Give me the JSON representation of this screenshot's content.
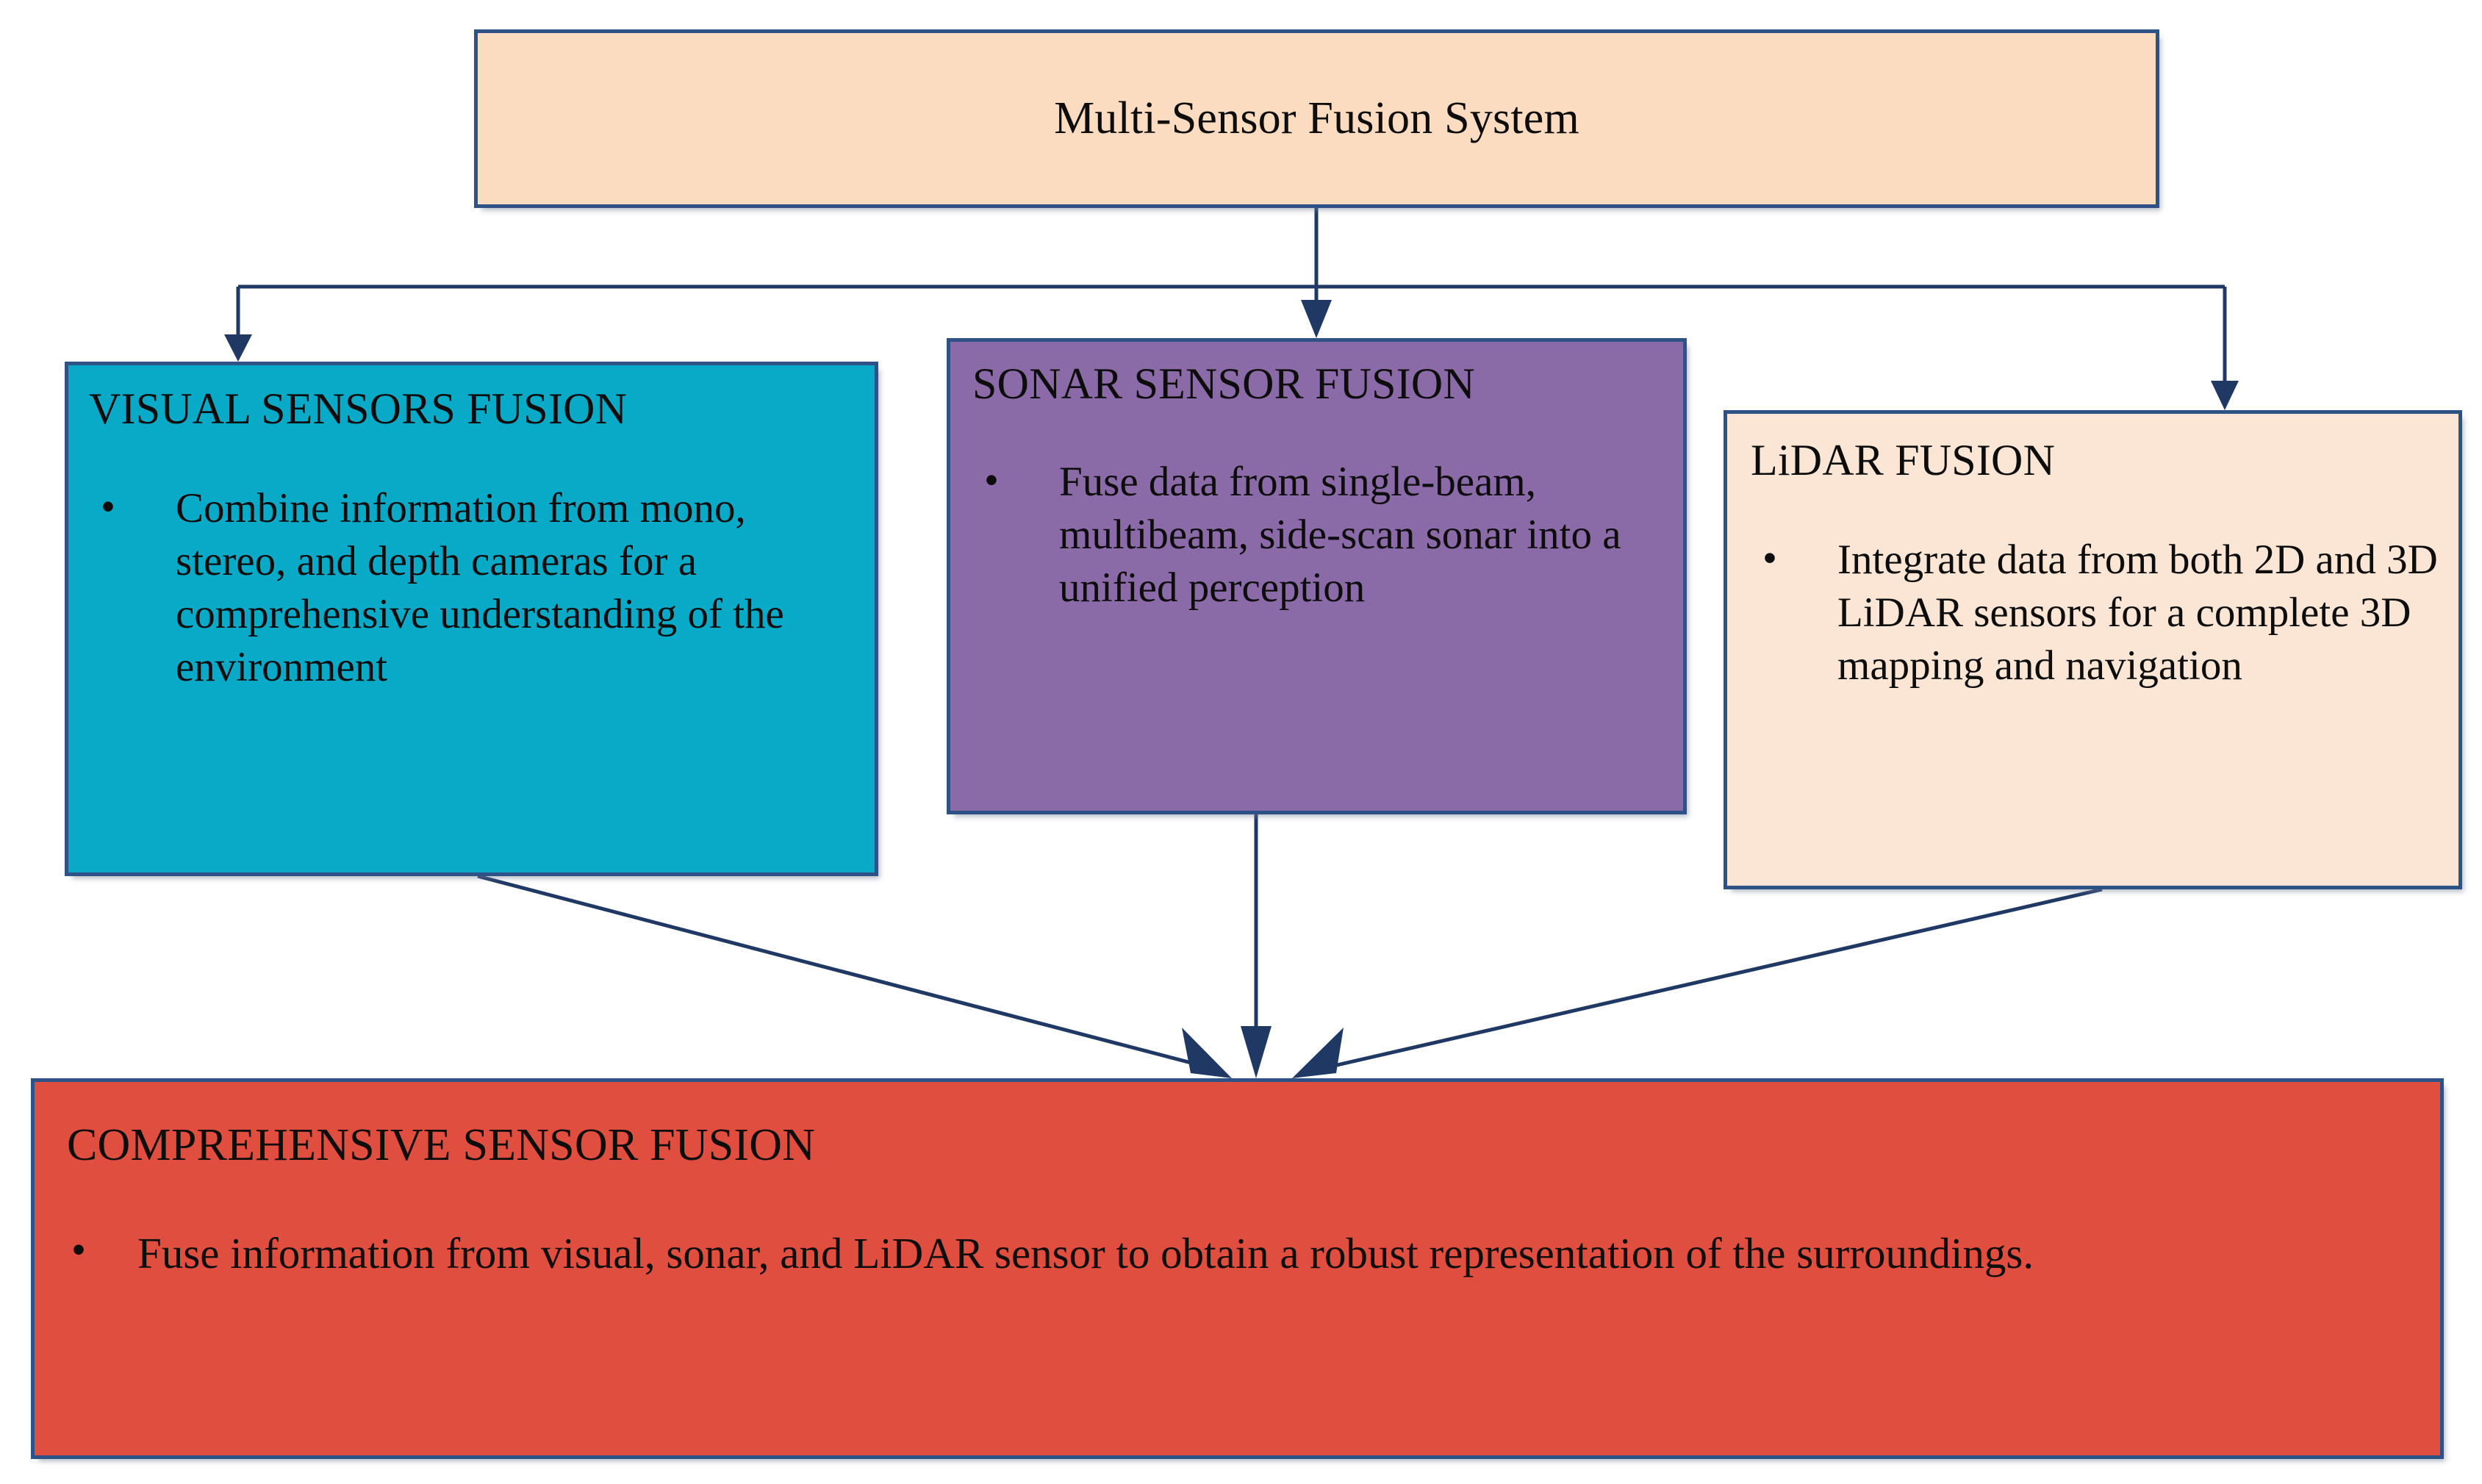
{
  "diagram": {
    "title": "Multi-Sensor Fusion System",
    "accent_border_color": "#2e5286",
    "connector_color": "#1f3864",
    "background_color": "#ffffff",
    "root": {
      "label": "Multi-Sensor Fusion System",
      "fill_color": "#fbdcc1"
    },
    "branches": [
      {
        "id": "visual",
        "title": "VISUAL SENSORS FUSION",
        "fill_color": "#08aac8",
        "bullets": [
          "Combine information from mono, stereo, and depth cameras for a comprehensive understanding of the environment"
        ]
      },
      {
        "id": "sonar",
        "title": "SONAR SENSOR FUSION",
        "fill_color": "#8b6aa8",
        "bullets": [
          "Fuse data from single-beam, multibeam, side-scan sonar into a unified perception"
        ]
      },
      {
        "id": "lidar",
        "title": "LiDAR FUSION",
        "fill_color": "#fbe6d6",
        "bullets": [
          "Integrate data from both 2D and 3D LiDAR sensors for a complete 3D mapping and navigation"
        ]
      }
    ],
    "result": {
      "id": "comprehensive",
      "title": "COMPREHENSIVE SENSOR FUSION",
      "fill_color": "#e04e3f",
      "bullets": [
        "Fuse information from visual, sonar, and LiDAR sensor to obtain a robust representation of the surroundings."
      ]
    }
  }
}
